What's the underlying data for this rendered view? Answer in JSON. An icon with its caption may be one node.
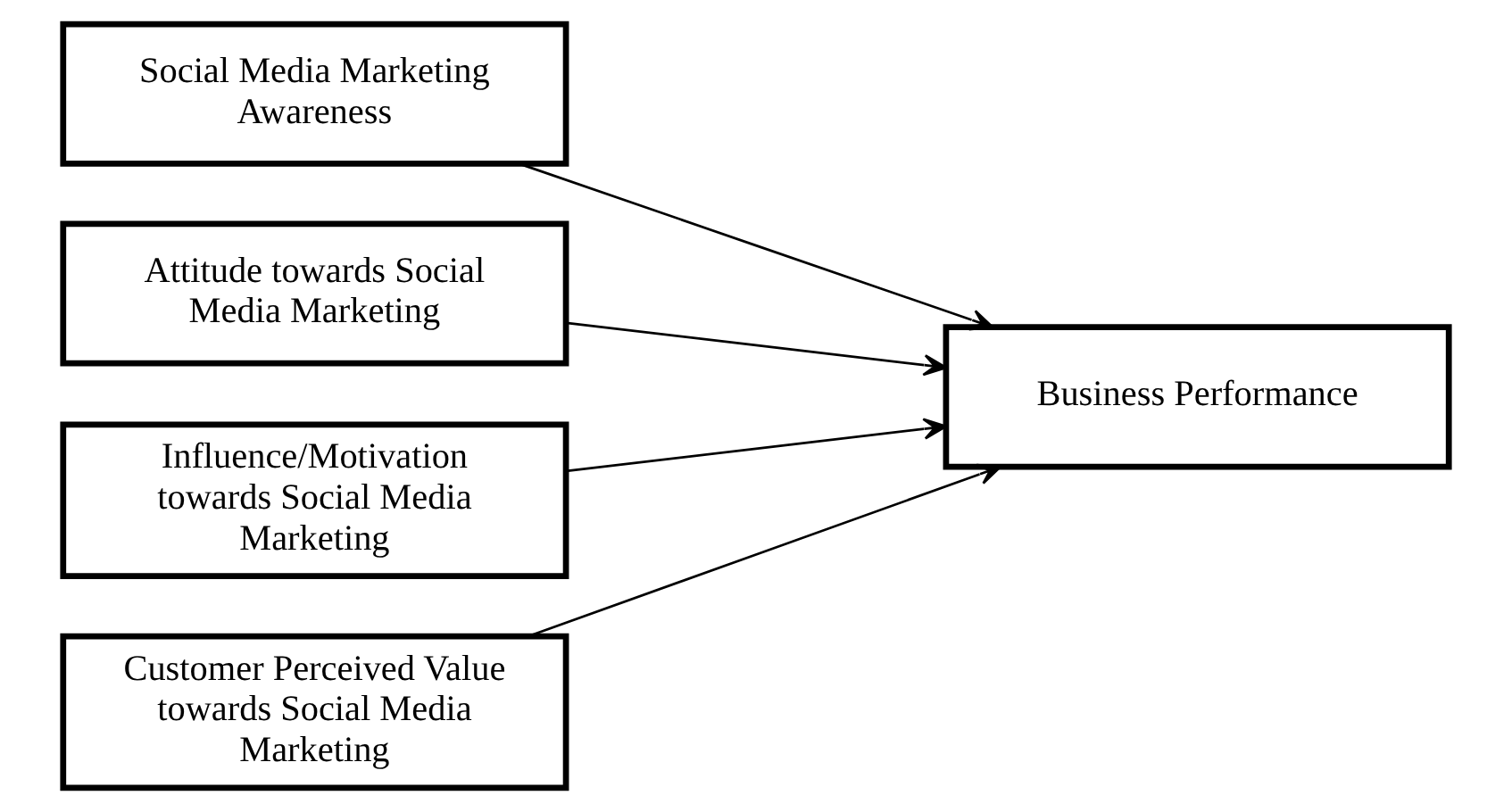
{
  "diagram": {
    "nodes": [
      {
        "text": [
          "Social Media Marketing Awareness"
        ]
      },
      {
        "text": [
          "Attitude towards Social Media Marketing"
        ]
      },
      {
        "text": [
          "Influence/Motivation towards Social Media Marketing"
        ]
      },
      {
        "text": [
          "Customer Perceived Value towards Social Media Marketing"
        ]
      },
      {
        "text": [
          "Business Performance"
        ]
      }
    ],
    "edges": [
      {
        "from": 0,
        "to": 4,
        "arrow": "to"
      },
      {
        "from": 1,
        "to": 4,
        "arrow": "to"
      },
      {
        "from": 2,
        "to": 4,
        "arrow": "to"
      },
      {
        "from": 3,
        "to": 4,
        "arrow": "to"
      }
    ]
  }
}
